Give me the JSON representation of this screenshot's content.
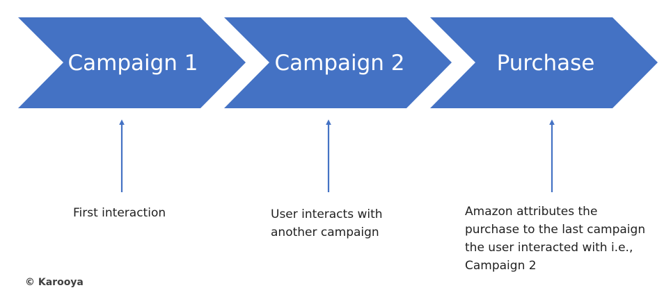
{
  "steps": [
    {
      "label": "Campaign 1"
    },
    {
      "label": "Campaign 2"
    },
    {
      "label": "Purchase"
    }
  ],
  "captions": {
    "first": [
      "First interaction"
    ],
    "second": [
      "User interacts with",
      "another campaign"
    ],
    "third": [
      "Amazon attributes the",
      "purchase to the last campaign",
      "the user interacted with i.e.,",
      "Campaign 2"
    ]
  },
  "copyright": "© Karooya",
  "colors": {
    "chevron_fill": "#4472c4",
    "arrow": "#4472c4",
    "caption_text": "#1f1f1f"
  }
}
